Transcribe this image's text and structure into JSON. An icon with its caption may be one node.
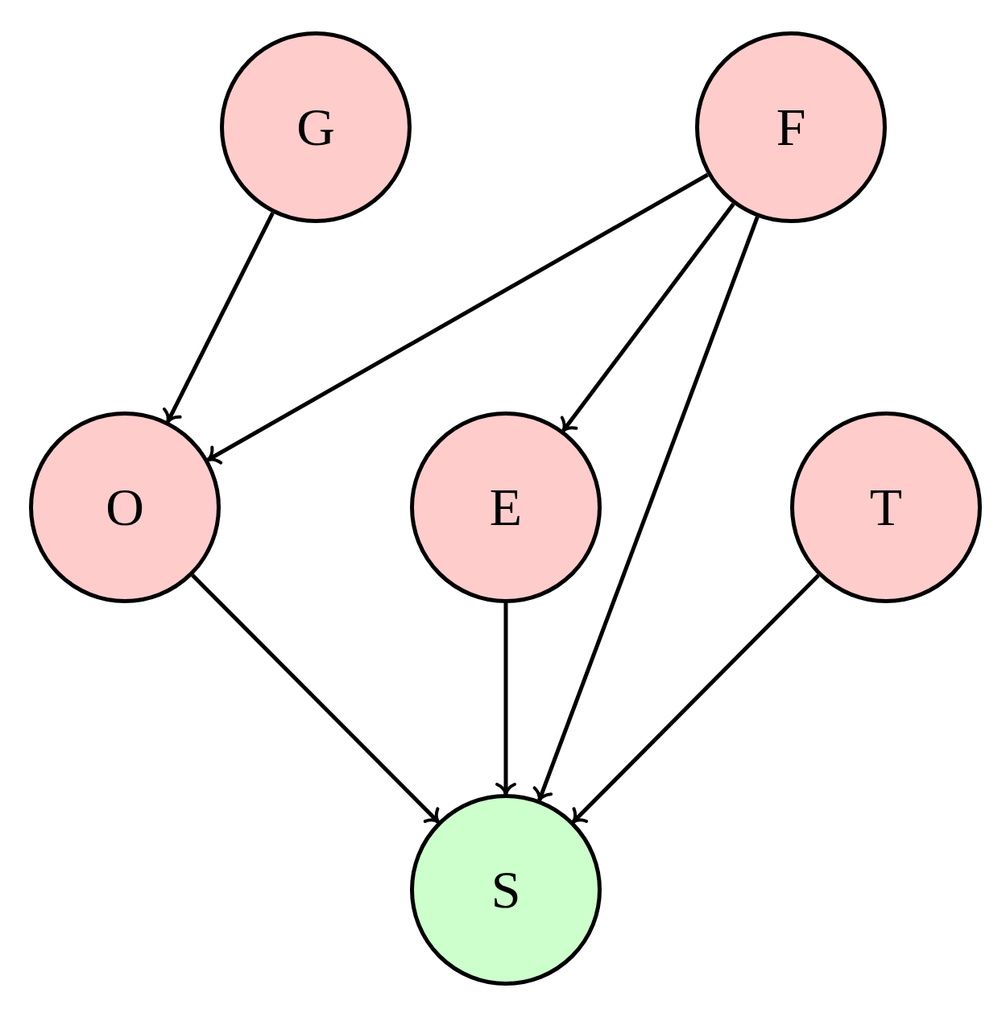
{
  "diagram": {
    "nodes": [
      {
        "text": [
          "G"
        ]
      },
      {
        "text": [
          "F"
        ]
      },
      {
        "text": [
          "O"
        ]
      },
      {
        "text": [
          "E"
        ]
      },
      {
        "text": [
          "T"
        ]
      },
      {
        "text": [
          "S"
        ]
      }
    ],
    "edges": [
      {
        "from": 0,
        "to": 2,
        "arrow": "to"
      },
      {
        "from": 1,
        "to": 2,
        "arrow": "to"
      },
      {
        "from": 1,
        "to": 3,
        "arrow": "to"
      },
      {
        "from": 1,
        "to": 5,
        "arrow": "to"
      },
      {
        "from": 2,
        "to": 5,
        "arrow": "to"
      },
      {
        "from": 3,
        "to": 5,
        "arrow": "to"
      },
      {
        "from": 4,
        "to": 5,
        "arrow": "to"
      }
    ]
  }
}
